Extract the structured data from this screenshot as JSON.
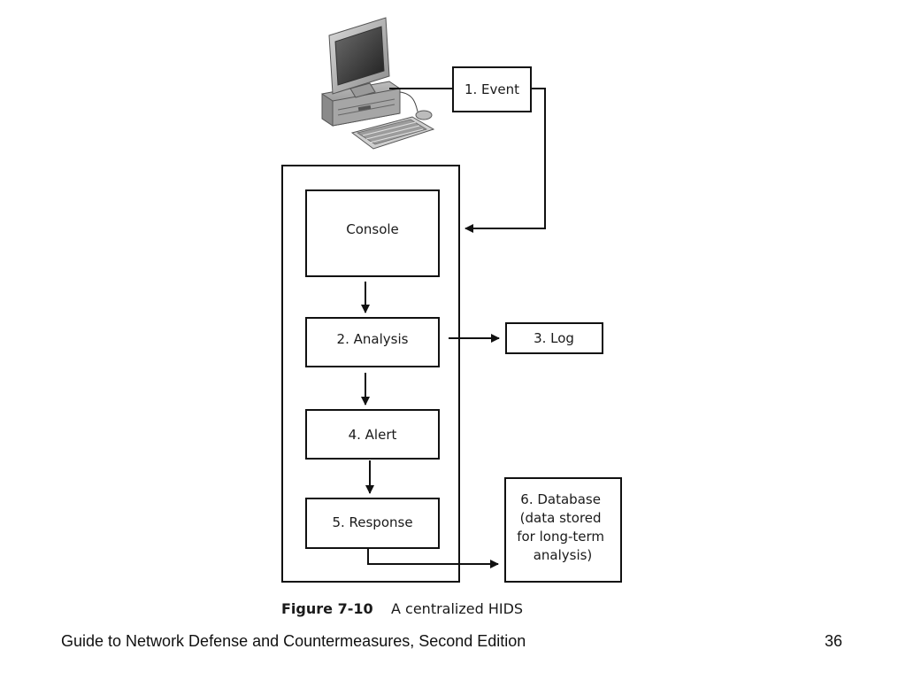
{
  "diagram": {
    "event_label": "1. Event",
    "console_label": "Console",
    "analysis_label": "2. Analysis",
    "log_label": "3. Log",
    "alert_label": "4. Alert",
    "response_label": "5. Response",
    "database_lines": [
      "6. Database",
      "(data stored",
      "for long-term",
      "analysis)"
    ],
    "caption_number": "Figure 7-10",
    "caption_title": "A centralized HIDS",
    "computer_icon": "desktop-computer-icon"
  },
  "footer": {
    "book_title": "Guide to Network Defense and Countermeasures, Second Edition",
    "page_number": "36"
  }
}
